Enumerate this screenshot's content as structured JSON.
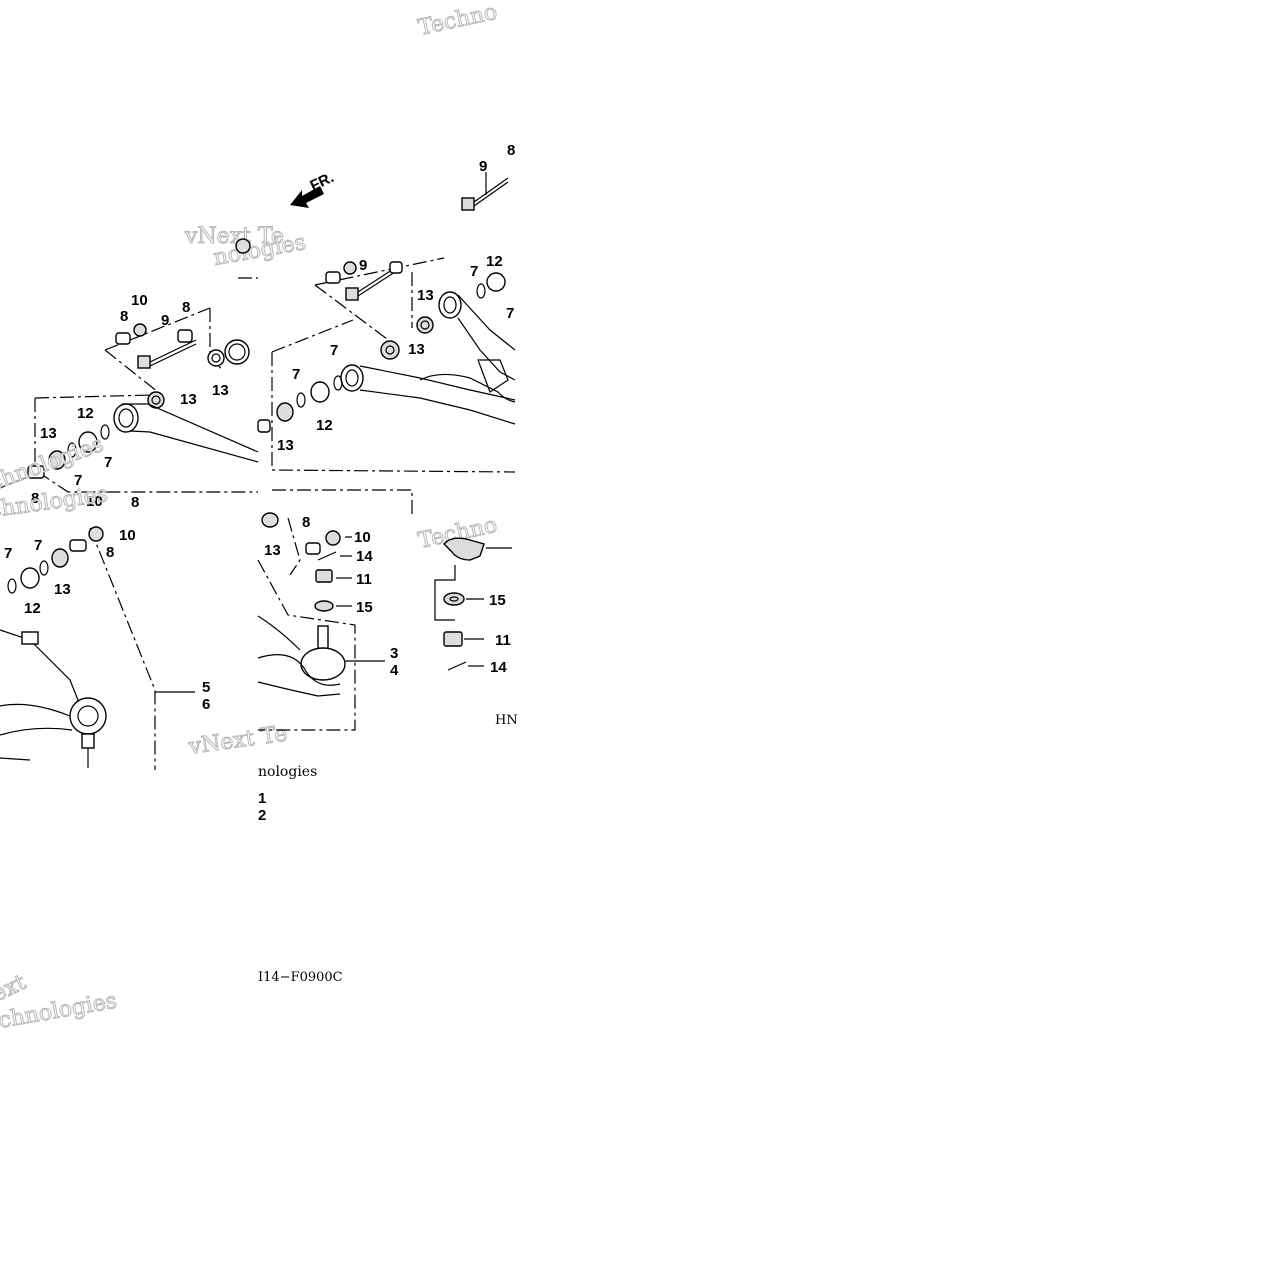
{
  "fr_label": "FR.",
  "code_top": "HN",
  "code_bottom": "I14−F0900C",
  "watermarks": [
    "Techno",
    "vNext Te",
    "nologies",
    "Techno",
    "chnologies",
    "vNext Te",
    "nologies",
    "ext",
    "chnologies"
  ],
  "callouts": {
    "a1": "8",
    "a2": "10",
    "a3": "8",
    "a4": "9",
    "a5": "13",
    "a6": "13",
    "a7": "12",
    "a8": "13",
    "a9": "7",
    "a10": "7",
    "a11": "8",
    "a12": "10",
    "a13": "8",
    "b1": "9",
    "b2": "8",
    "b3": "9",
    "b4": "12",
    "b5": "7",
    "b6": "7",
    "b7": "13",
    "b8": "13",
    "b9": "7",
    "b10": "7",
    "b11": "12",
    "b12": "13",
    "c1": "7",
    "c2": "7",
    "c3": "10",
    "c4": "8",
    "c5": "12",
    "c6": "13",
    "c7": "5",
    "c8": "6",
    "d1": "8",
    "d2": "10",
    "d3": "13",
    "d4": "14",
    "d5": "11",
    "d6": "15",
    "d7": "3",
    "d8": "4",
    "d9": "1",
    "d10": "2",
    "e1": "15",
    "e2": "11",
    "e3": "14"
  }
}
